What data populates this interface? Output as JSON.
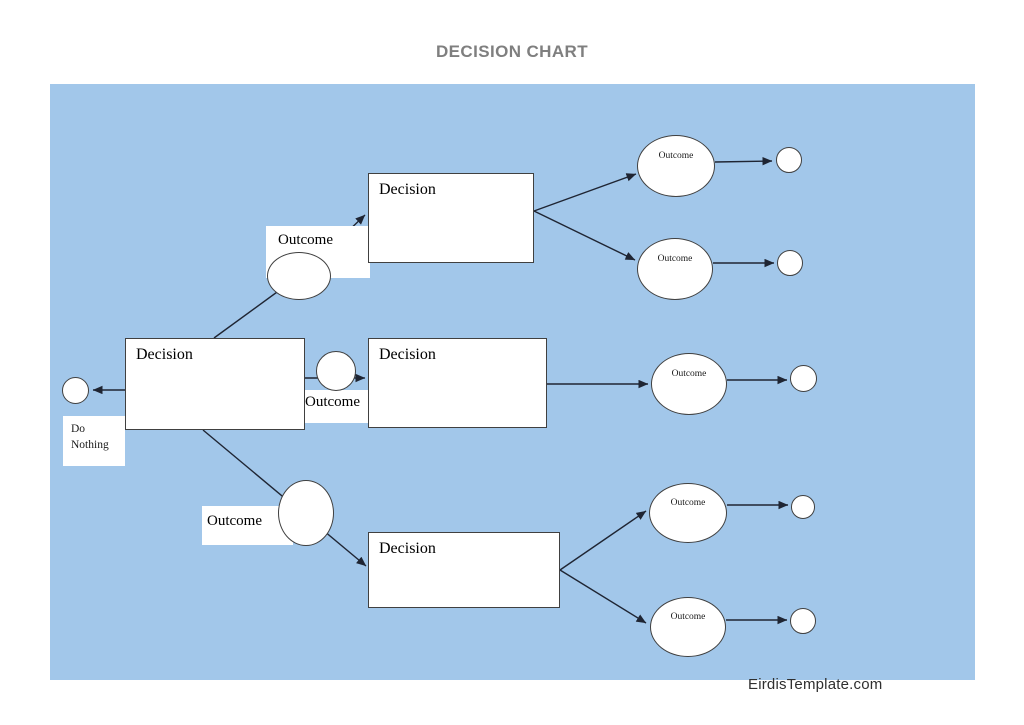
{
  "title": "DECISION CHART",
  "watermark": "EirdisTemplate.com",
  "colors": {
    "canvas_bg": "#A2C7EA",
    "node_fill": "#FFFFFF",
    "node_border": "#404040",
    "connector": "#1F2533",
    "title_color": "#7F7F7F"
  },
  "diagram": {
    "root_decision": {
      "label": "Decision"
    },
    "do_nothing": {
      "line1": "Do",
      "line2": "Nothing"
    },
    "branch_top": {
      "outcome_label": "Outcome",
      "decision": {
        "label": "Decision"
      },
      "outcome_1": {
        "label": "Outcome"
      },
      "outcome_2": {
        "label": "Outcome"
      }
    },
    "branch_middle": {
      "outcome_label": "Outcome",
      "decision": {
        "label": "Decision"
      },
      "outcome_1": {
        "label": "Outcome"
      }
    },
    "branch_bottom": {
      "outcome_label": "Outcome",
      "decision": {
        "label": "Decision"
      },
      "outcome_1": {
        "label": "Outcome"
      },
      "outcome_2": {
        "label": "Outcome"
      }
    }
  }
}
